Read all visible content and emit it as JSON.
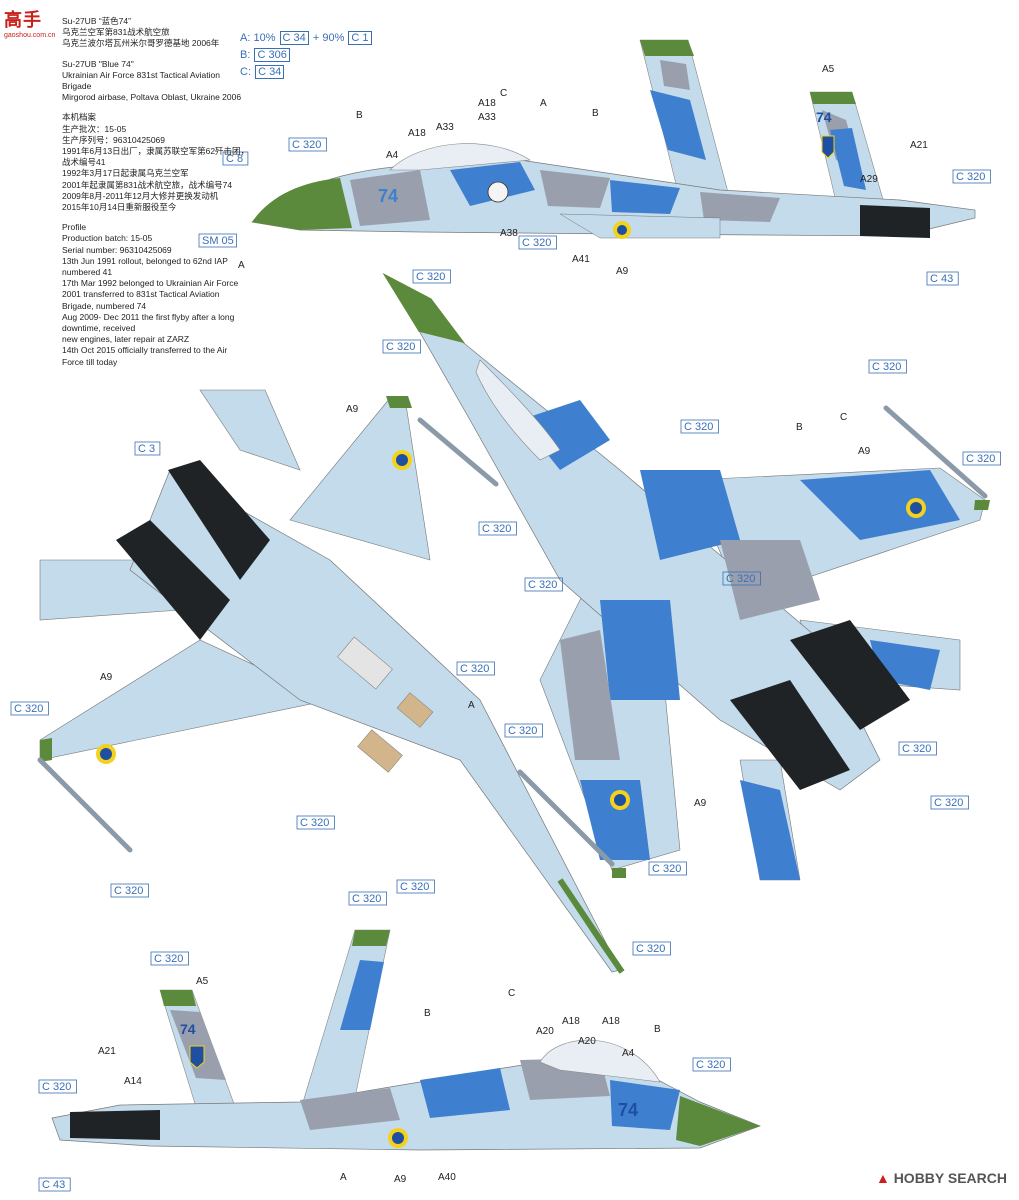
{
  "logo": {
    "big": "高手",
    "small": "gaoshou.com.cn"
  },
  "watermark": {
    "text": "HOBBY SEARCH",
    "mark": "▲"
  },
  "legend": [
    {
      "letter": "A:",
      "parts": [
        "10%",
        "C 34",
        "+ 90%",
        "C 1"
      ]
    },
    {
      "letter": "B:",
      "parts": [
        "C 306"
      ]
    },
    {
      "letter": "C:",
      "parts": [
        "C 34"
      ]
    }
  ],
  "info": {
    "cn_title": [
      "Su-27UB “蓝色74”",
      "乌克兰空军第831战术航空旅",
      "乌克兰波尔塔瓦州米尔哥罗德基地 2006年"
    ],
    "en_title": [
      "Su-27UB \"Blue 74\"",
      "Ukrainian Air Force 831st Tactical Aviation",
      "Brigade",
      "Mirgorod airbase, Poltava Oblast, Ukraine 2006"
    ],
    "cn_profile": [
      "本机档案",
      "生产批次：15-05",
      "生产序列号：96310425069",
      "1991年6月13日出厂，隶属苏联空军第62歼击团，",
      "战术编号41",
      "1992年3月17日起隶属乌克兰空军",
      "2001年起隶属第831战术航空旅，战术编号74",
      "2009年8月-2011年12月大修并更换发动机",
      "2015年10月14日重新服役至今"
    ],
    "en_profile": [
      "Profile",
      "Production batch: 15-05",
      "Serial number: 96310425069",
      "13th Jun 1991 rollout, belonged to 62nd IAP",
      "numbered 41",
      "17th Mar 1992 belonged to Ukrainian Air Force",
      "2001 transferred to 831st Tactical Aviation",
      "Brigade, numbered 74",
      "Aug 2009- Dec 2011 the first flyby after a long",
      "downtime, received",
      "new engines, later repair at ZARZ",
      "14th Oct 2015 officially transferred to the Air",
      "Force till today"
    ]
  },
  "tail_number": "74",
  "colors": {
    "light_blue": "#c3dbea",
    "blue": "#3e7fd0",
    "grey": "#9a9fad",
    "green": "#5c8a3c",
    "black": "#1f2326",
    "callout": "#3a6fb5",
    "roundel_blue": "#1e4fa0",
    "roundel_yellow": "#f4d21c"
  },
  "callouts": {
    "top": [
      {
        "t": "B",
        "b": false
      },
      {
        "t": "A18",
        "b": false
      },
      {
        "t": "C",
        "b": false
      },
      {
        "t": "A",
        "b": false
      },
      {
        "t": "B",
        "b": false
      },
      {
        "t": "A18",
        "b": false
      },
      {
        "t": "A33",
        "b": false
      },
      {
        "t": "A33",
        "b": false
      },
      {
        "t": "A5",
        "b": false
      },
      {
        "t": "C 320",
        "b": true
      },
      {
        "t": "A4",
        "b": false
      },
      {
        "t": "A21",
        "b": false
      },
      {
        "t": "C 8",
        "b": true
      },
      {
        "t": "A29",
        "b": false
      },
      {
        "t": "C 320",
        "b": true
      },
      {
        "t": "A38",
        "b": false
      },
      {
        "t": "C 320",
        "b": true
      },
      {
        "t": "SM 05",
        "b": true
      },
      {
        "t": "A41",
        "b": false
      },
      {
        "t": "A9",
        "b": false
      },
      {
        "t": "A",
        "b": false
      },
      {
        "t": "C 43",
        "b": true
      }
    ],
    "under": [
      {
        "t": "C 320",
        "b": true
      },
      {
        "t": "A9",
        "b": false
      },
      {
        "t": "C 3",
        "b": true
      },
      {
        "t": "C 320",
        "b": true
      },
      {
        "t": "A9",
        "b": false
      },
      {
        "t": "C 320",
        "b": true
      },
      {
        "t": "C 320",
        "b": true
      },
      {
        "t": "A",
        "b": false
      },
      {
        "t": "C 320",
        "b": true
      },
      {
        "t": "C 320",
        "b": true
      },
      {
        "t": "C 320",
        "b": true
      }
    ],
    "upper": [
      {
        "t": "C 320",
        "b": true
      },
      {
        "t": "C 320",
        "b": true
      },
      {
        "t": "C",
        "b": false
      },
      {
        "t": "C 320",
        "b": true
      },
      {
        "t": "B",
        "b": false
      },
      {
        "t": "A9",
        "b": false
      },
      {
        "t": "C 320",
        "b": true
      },
      {
        "t": "C 320",
        "b": true
      },
      {
        "t": "C 320",
        "b": true
      },
      {
        "t": "C 320",
        "b": true
      },
      {
        "t": "C 320",
        "b": true
      },
      {
        "t": "C 320",
        "b": true
      },
      {
        "t": "A9",
        "b": false
      },
      {
        "t": "C 320",
        "b": true
      },
      {
        "t": "C 320",
        "b": true
      }
    ],
    "bottom": [
      {
        "t": "C 320",
        "b": true
      },
      {
        "t": "C 320",
        "b": true
      },
      {
        "t": "A5",
        "b": false
      },
      {
        "t": "C",
        "b": false
      },
      {
        "t": "B",
        "b": false
      },
      {
        "t": "A20",
        "b": false
      },
      {
        "t": "A18",
        "b": false
      },
      {
        "t": "A18",
        "b": false
      },
      {
        "t": "B",
        "b": false
      },
      {
        "t": "A21",
        "b": false
      },
      {
        "t": "A20",
        "b": false
      },
      {
        "t": "A4",
        "b": false
      },
      {
        "t": "C 320",
        "b": true
      },
      {
        "t": "A14",
        "b": false
      },
      {
        "t": "C 320",
        "b": true
      },
      {
        "t": "C 43",
        "b": true
      },
      {
        "t": "A",
        "b": false
      },
      {
        "t": "A9",
        "b": false
      },
      {
        "t": "A40",
        "b": false
      }
    ]
  }
}
